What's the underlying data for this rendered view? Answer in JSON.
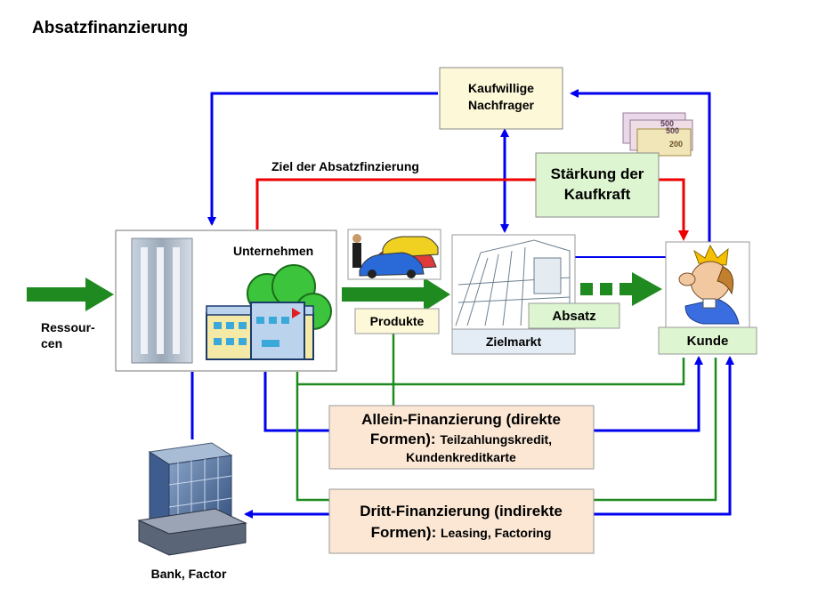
{
  "title": "Absatzfinanzierung",
  "labels": {
    "kaufwillige_line1": "Kaufwillige",
    "kaufwillige_line2": "Nachfrager",
    "ziel": "Ziel der Absatzfinzierung",
    "staerkung_line1": "Stärkung der",
    "staerkung_line2": "Kaufkraft",
    "unternehmen": "Unternehmen",
    "ressourcen_line1": "Ressour-",
    "ressourcen_line2": "cen",
    "produkte": "Produkte",
    "zielmarkt": "Zielmarkt",
    "absatz": "Absatz",
    "kunde": "Kunde",
    "allein_line1": "Allein-Finanzierung (direkte",
    "allein_line2_main": "Formen): ",
    "allein_line2_sub": "Teilzahlungskredit,",
    "allein_line3": "Kundenkreditkarte",
    "dritt_line1": "Dritt-Finanzierung (indirekte",
    "dritt_line2_main": "Formen): ",
    "dritt_line2_sub": "Leasing, Factoring",
    "bank": "Bank, Factor",
    "banknote_1": "500",
    "banknote_2": "500",
    "banknote_3": "200"
  },
  "colors": {
    "blue_arrow": "#0000ee",
    "red_arrow": "#ee0000",
    "green_arrow": "#1f8a1f",
    "green_box": "#ddf5d0",
    "peach_box": "#fbe7d4",
    "light_box": "#fdf8d8",
    "zielmarkt_box": "#e4ecf6"
  },
  "icons": {
    "unternehmen": "factory-office-icon",
    "produkte": "cars-icon",
    "zielmarkt": "mall-interior-icon",
    "kunde": "customer-crown-icon",
    "geld": "banknotes-icon",
    "bank": "bank-building-icon"
  }
}
